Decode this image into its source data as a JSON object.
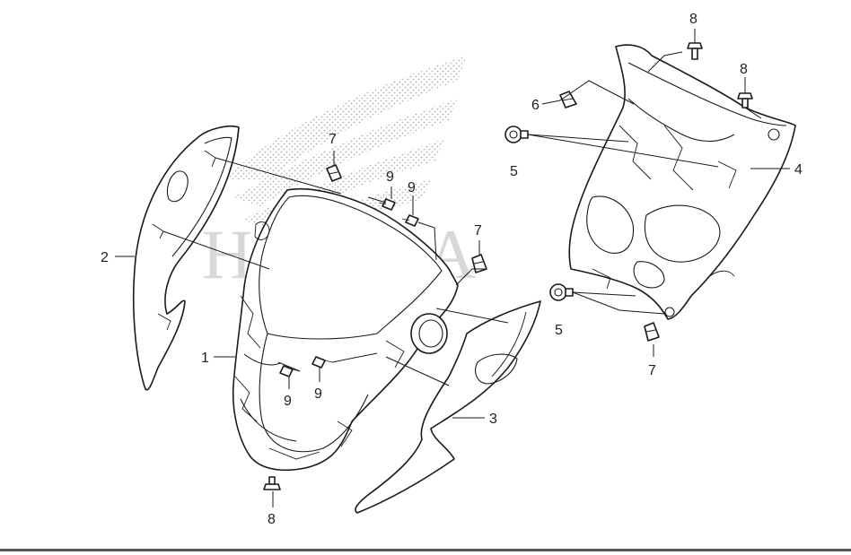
{
  "watermark": {
    "brand_text": "HONDA",
    "color": "#d0d0d0"
  },
  "labels": {
    "p1": "1",
    "p2": "2",
    "p3": "3",
    "p4": "4",
    "p5a": "5",
    "p5b": "5",
    "p6": "6",
    "p7a": "7",
    "p7b": "7",
    "p7c": "7",
    "p8a": "8",
    "p8b": "8",
    "p8c": "8",
    "p9a": "9",
    "p9b": "9",
    "p9c": "9",
    "p9d": "9"
  },
  "colors": {
    "line": "#1a1a1a",
    "background": "#ffffff",
    "rule": "#555555"
  }
}
